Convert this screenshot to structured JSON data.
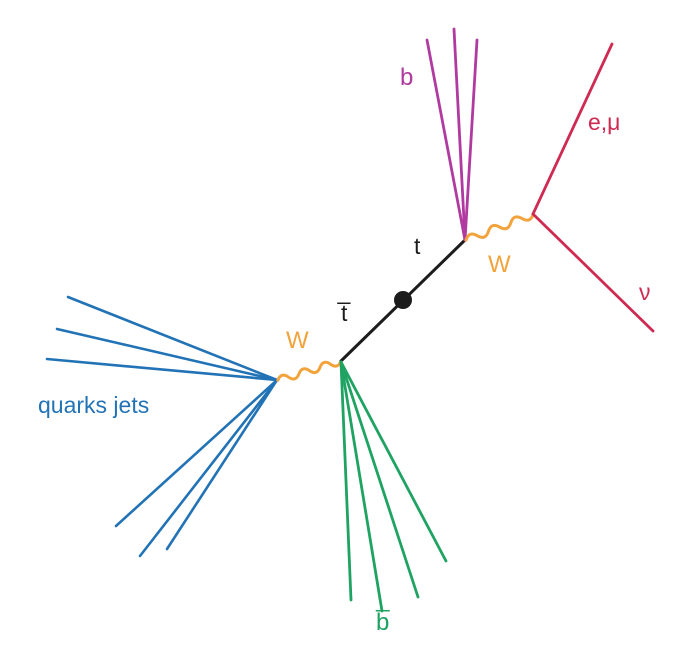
{
  "colors": {
    "jets": "#2273b6",
    "w": "#f2a33c",
    "top": "#1c1c1c",
    "b": "#b03aa0",
    "bbar": "#1fa362",
    "lepton": "#ce2a52"
  },
  "labels": {
    "quark_jets": "quarks jets",
    "w_left": "W",
    "w_right": "W",
    "tbar": "t̅",
    "t": "t",
    "b": "b",
    "bbar": "b̅",
    "e_mu": "e,μ",
    "nu": "ν"
  }
}
